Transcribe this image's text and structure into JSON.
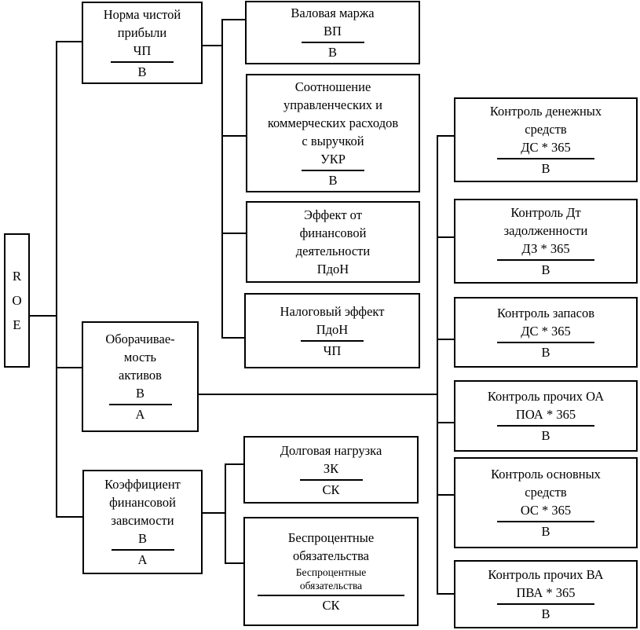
{
  "colors": {
    "ink": "#000000",
    "paper": "#ffffff"
  },
  "root": {
    "letters": [
      "R",
      "O",
      "E"
    ]
  },
  "nodes": {
    "net_profit_margin": {
      "title": [
        "Норма чистой",
        "прибыли"
      ],
      "numerator": "ЧП",
      "denominator": "В"
    },
    "gross_margin": {
      "title": [
        "Валовая маржа"
      ],
      "numerator": "ВП",
      "denominator": "В"
    },
    "expense_ratio": {
      "title": [
        "Соотношение",
        "управленческих и",
        "коммерческих расходов",
        "с выручкой"
      ],
      "numerator": "УКР",
      "denominator": "В"
    },
    "financial_activity_effect": {
      "title": [
        "Эффект от",
        "финансовой",
        "деятельности",
        "ПдоН"
      ]
    },
    "tax_effect": {
      "title": [
        "Налоговый эффект"
      ],
      "numerator": "ПдоН",
      "denominator": "ЧП"
    },
    "asset_turnover": {
      "title": [
        "Оборачивае-",
        "мость",
        "активов"
      ],
      "numerator": "В",
      "denominator": "А"
    },
    "financial_dependence_ratio": {
      "title": [
        "Коэффициент",
        "финансовой",
        "завсимости"
      ],
      "numerator": "В",
      "denominator": "А"
    },
    "debt_load": {
      "title": [
        "Долговая нагрузка"
      ],
      "numerator": "ЗК",
      "denominator": "СК"
    },
    "interest_free_liabilities": {
      "title": [
        "Беспроцентные",
        "обязательства"
      ],
      "numerator_lines": [
        "Беспроцентные",
        "обязательства"
      ],
      "denominator": "СК"
    },
    "cash_control": {
      "title": [
        "Контроль денежных",
        "средств"
      ],
      "numerator": "ДС * 365",
      "denominator": "В"
    },
    "receivables_control": {
      "title": [
        "Контроль Дт",
        "задолженности"
      ],
      "numerator": "ДЗ * 365",
      "denominator": "В"
    },
    "inventory_control": {
      "title": [
        "Контроль запасов"
      ],
      "numerator": "ДС * 365",
      "denominator": "В"
    },
    "other_current_assets_control": {
      "title": [
        "Контроль прочих ОА"
      ],
      "numerator": "ПОА * 365",
      "denominator": "В"
    },
    "fixed_assets_control": {
      "title": [
        "Контроль основных",
        "средств"
      ],
      "numerator": "ОС * 365",
      "denominator": "В"
    },
    "other_noncurrent_assets_control": {
      "title": [
        "Контроль прочих ВА"
      ],
      "numerator": "ПВА * 365",
      "denominator": "В"
    }
  }
}
